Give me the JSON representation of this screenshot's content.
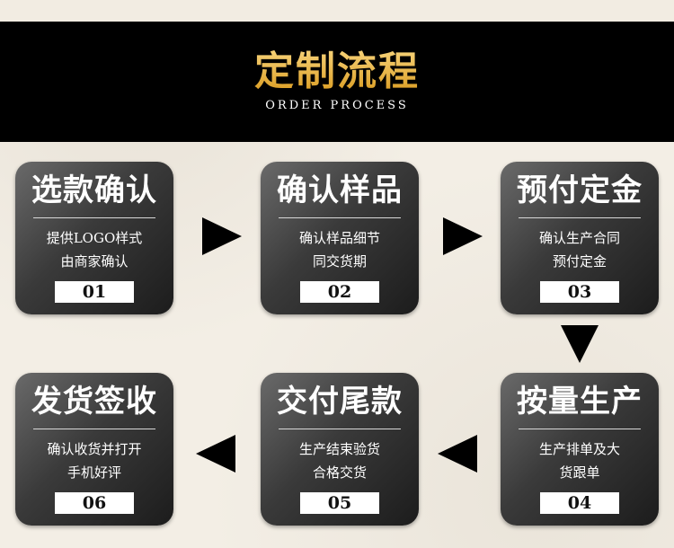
{
  "header": {
    "title": "定制流程",
    "subtitle": "ORDER PROCESS"
  },
  "steps": [
    {
      "title": "选款确认",
      "desc_lines": [
        "提供LOGO样式",
        "由商家确认"
      ],
      "number": "01"
    },
    {
      "title": "确认样品",
      "desc_lines": [
        "确认样品细节",
        "同交货期"
      ],
      "number": "02"
    },
    {
      "title": "预付定金",
      "desc_lines": [
        "确认生产合同",
        "预付定金"
      ],
      "number": "03"
    },
    {
      "title": "按量生产",
      "desc_lines": [
        "生产排单及大",
        "货跟单"
      ],
      "number": "04"
    },
    {
      "title": "交付尾款",
      "desc_lines": [
        "生产结束验货",
        "合格交货"
      ],
      "number": "05"
    },
    {
      "title": "发货签收",
      "desc_lines": [
        "确认收货并打开",
        "手机好评"
      ],
      "number": "06"
    }
  ],
  "colors": {
    "title_gold": "#e9b23f",
    "header_bg": "#000000",
    "card_dark": "#1c1c1c",
    "arrow": "#000000"
  }
}
